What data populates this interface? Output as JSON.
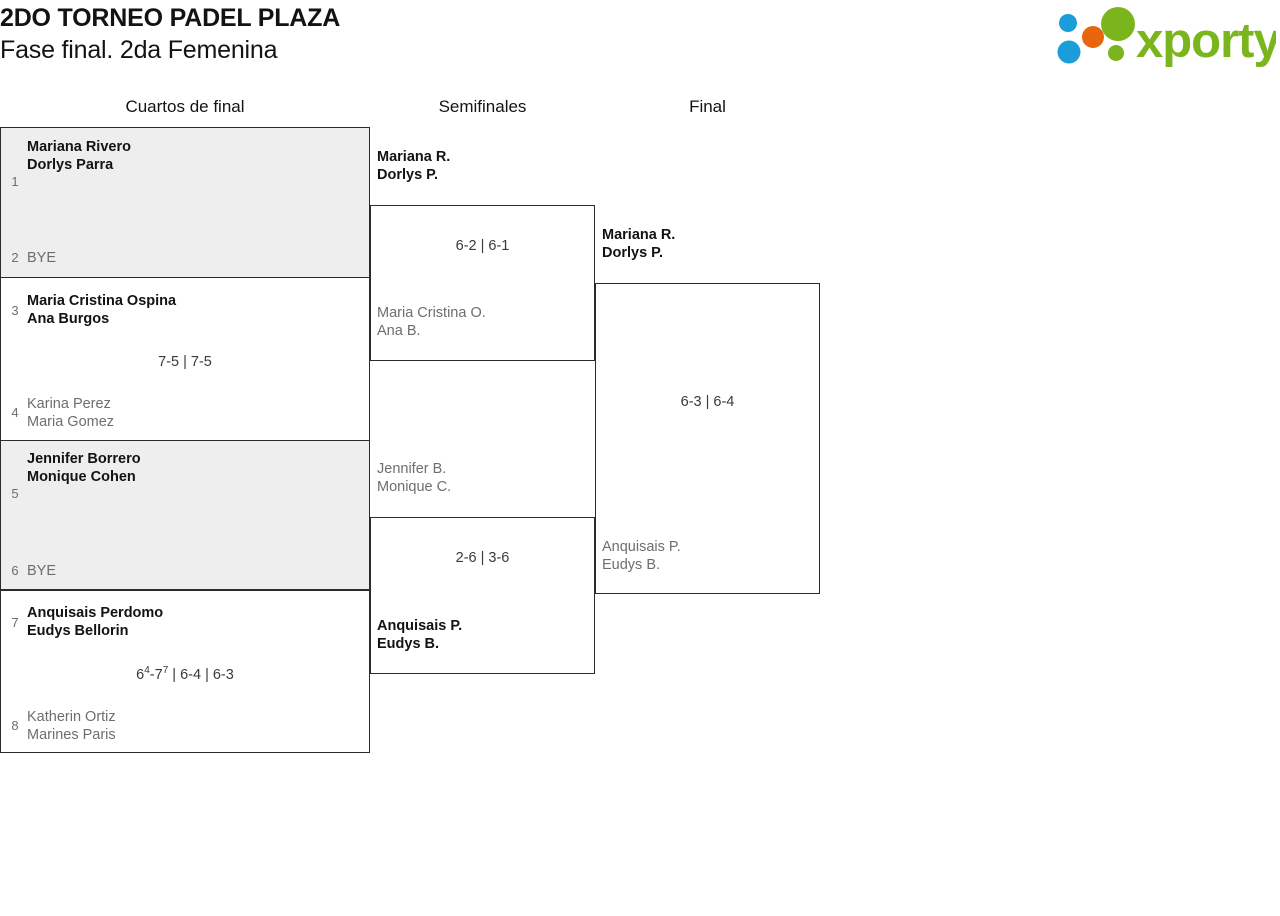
{
  "header": {
    "tournament_name": "2DO TORNEO PADEL PLAZA",
    "subtitle": "Fase final. 2da Femenina",
    "logo_text": "xporty",
    "logo_colors": {
      "green": "#7ab51d",
      "orange": "#e8650d",
      "blue": "#1b9dd9"
    }
  },
  "rounds": [
    {
      "id": "qf",
      "label": "Cuartos de final"
    },
    {
      "id": "sf",
      "label": "Semifinales"
    },
    {
      "id": "f",
      "label": "Final"
    }
  ],
  "bracket": {
    "quarterfinals": [
      {
        "shaded": true,
        "top": {
          "seed": "1",
          "lines": [
            "Mariana Rivero",
            "Dorlys Parra"
          ],
          "winner": true
        },
        "bottom": {
          "seed": "2",
          "lines": [
            "BYE"
          ],
          "winner": false,
          "is_bye": true
        },
        "score": ""
      },
      {
        "shaded": false,
        "top": {
          "seed": "3",
          "lines": [
            "Maria Cristina Ospina",
            "Ana Burgos"
          ],
          "winner": true
        },
        "bottom": {
          "seed": "4",
          "lines": [
            "Karina Perez",
            "Maria Gomez"
          ],
          "winner": false
        },
        "score": "7-5 | 7-5"
      },
      {
        "shaded": true,
        "top": {
          "seed": "5",
          "lines": [
            "Jennifer Borrero",
            "Monique Cohen"
          ],
          "winner": true
        },
        "bottom": {
          "seed": "6",
          "lines": [
            "BYE"
          ],
          "winner": false,
          "is_bye": true
        },
        "score": ""
      },
      {
        "shaded": false,
        "top": {
          "seed": "7",
          "lines": [
            "Anquisais Perdomo",
            "Eudys Bellorin"
          ],
          "winner": true
        },
        "bottom": {
          "seed": "8",
          "lines": [
            "Katherin Ortiz",
            "Marines Paris"
          ],
          "winner": false
        },
        "score_parts": [
          {
            "text": "6",
            "sup": "4"
          },
          {
            "text": "-7",
            "sup": "7"
          },
          {
            "text": " | 6-4 | 6-3",
            "sup": ""
          }
        ],
        "score": "6⁴-7⁷ | 6-4 | 6-3"
      }
    ],
    "semifinals": [
      {
        "top": {
          "lines": [
            "Mariana R.",
            "Dorlys P."
          ],
          "winner": true
        },
        "bottom": {
          "lines": [
            "Maria Cristina O.",
            "Ana B."
          ],
          "winner": false
        },
        "score": "6-2 | 6-1"
      },
      {
        "top": {
          "lines": [
            "Jennifer B.",
            "Monique C."
          ],
          "winner": false
        },
        "bottom": {
          "lines": [
            "Anquisais P.",
            "Eudys B."
          ],
          "winner": true
        },
        "score": "2-6 | 3-6"
      }
    ],
    "final": [
      {
        "top": {
          "lines": [
            "Mariana R.",
            "Dorlys P."
          ],
          "winner": true
        },
        "bottom": {
          "lines": [
            "Anquisais P.",
            "Eudys B."
          ],
          "winner": false
        },
        "score": "6-3 | 6-4"
      }
    ]
  }
}
